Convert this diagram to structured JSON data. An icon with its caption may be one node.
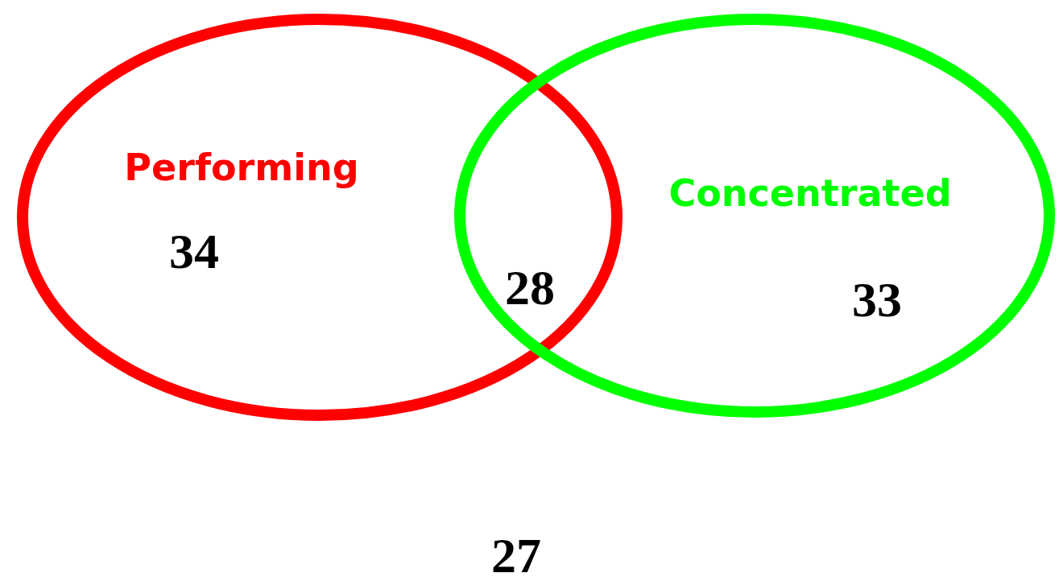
{
  "diagram": {
    "nodes": [
      {
        "text": [
          "Performing",
          "34"
        ]
      },
      {
        "text": [
          "Concentrated",
          "33"
        ]
      }
    ],
    "labels": [
      "28",
      "27"
    ]
  }
}
